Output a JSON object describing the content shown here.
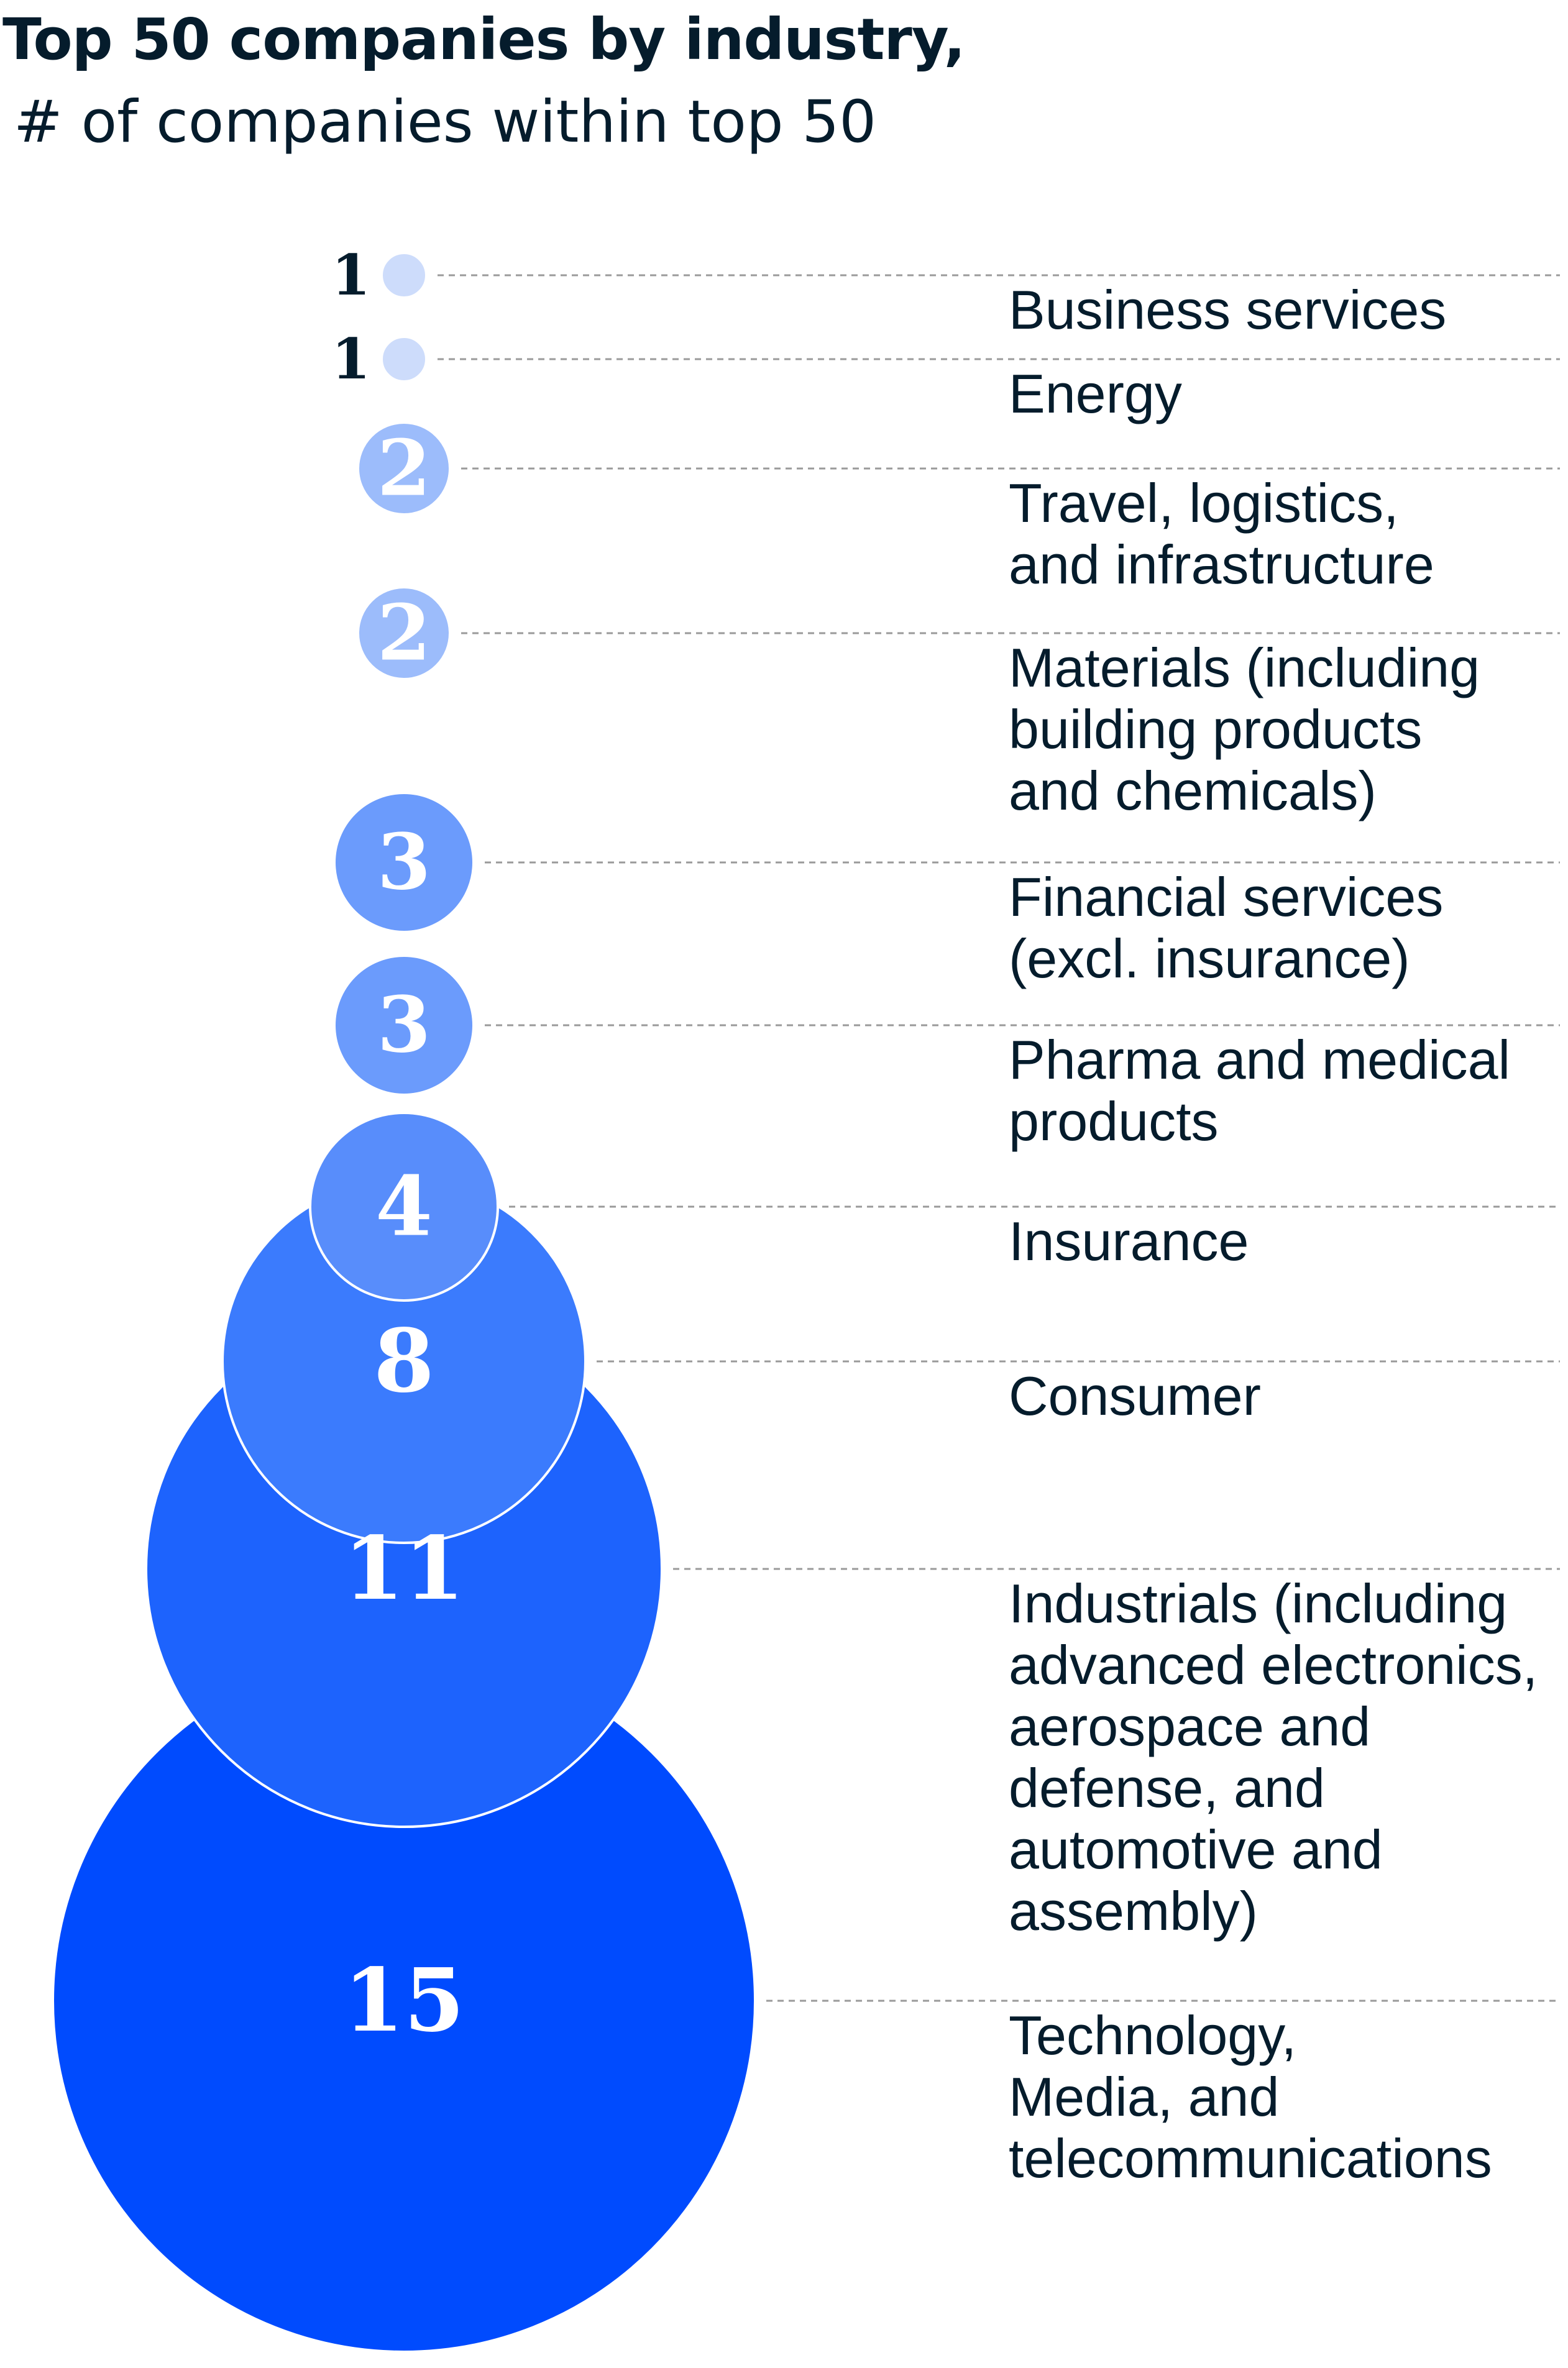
{
  "title": "Top 50 companies by industry,",
  "subtitle": "# of companies within top 50",
  "chart_data": {
    "type": "bubble",
    "title": "Top 50 companies by industry,",
    "subtitle": "# of companies within top 50",
    "series": [
      {
        "category": "Business services",
        "value": 1,
        "color": "#cddcfb"
      },
      {
        "category": "Energy",
        "value": 1,
        "color": "#cddcfb"
      },
      {
        "category": "Travel, logistics,\nand infrastructure",
        "value": 2,
        "color": "#9cbcfb"
      },
      {
        "category": "Materials (including\nbuilding products\nand chemicals)",
        "value": 2,
        "color": "#9cbcfb"
      },
      {
        "category": "Financial services\n(excl. insurance)",
        "value": 3,
        "color": "#6b9bfc"
      },
      {
        "category": "Pharma and medical\nproducts",
        "value": 3,
        "color": "#6b9bfc"
      },
      {
        "category": "Insurance",
        "value": 4,
        "color": "#588dfb"
      },
      {
        "category": "Consumer",
        "value": 8,
        "color": "#3b7bfd"
      },
      {
        "category": "Industrials (including\nadvanced electronics,\naerospace and\ndefense, and\nautomotive and\nassembly)",
        "value": 11,
        "color": "#1d63fd"
      },
      {
        "category": "Technology,\nMedia, and\ntelecommunications",
        "value": 15,
        "color": "#004bfe"
      }
    ]
  }
}
